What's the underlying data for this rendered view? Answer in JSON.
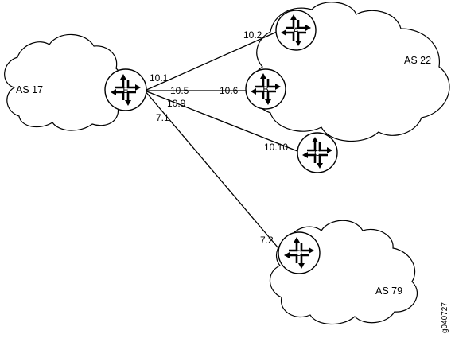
{
  "autonomous_systems": [
    {
      "id": "as17",
      "label": "AS 17"
    },
    {
      "id": "as22",
      "label": "AS 22"
    },
    {
      "id": "as79",
      "label": "AS 79"
    }
  ],
  "routers": [
    {
      "id": "A",
      "label": "A"
    },
    {
      "id": "B",
      "label": "B"
    },
    {
      "id": "C",
      "label": "C"
    },
    {
      "id": "D",
      "label": "D"
    },
    {
      "id": "E",
      "label": "E"
    }
  ],
  "links": [
    {
      "from": "E",
      "to": "A",
      "from_label": "10.1",
      "to_label": "10.2"
    },
    {
      "from": "E",
      "to": "B",
      "from_label": "10.5",
      "to_label": "10.6"
    },
    {
      "from": "E",
      "to": "C",
      "from_label": "10.9",
      "to_label": "10.10"
    },
    {
      "from": "E",
      "to": "D",
      "from_label": "7.1",
      "to_label": "7.2"
    }
  ],
  "figure_id": "g040727"
}
